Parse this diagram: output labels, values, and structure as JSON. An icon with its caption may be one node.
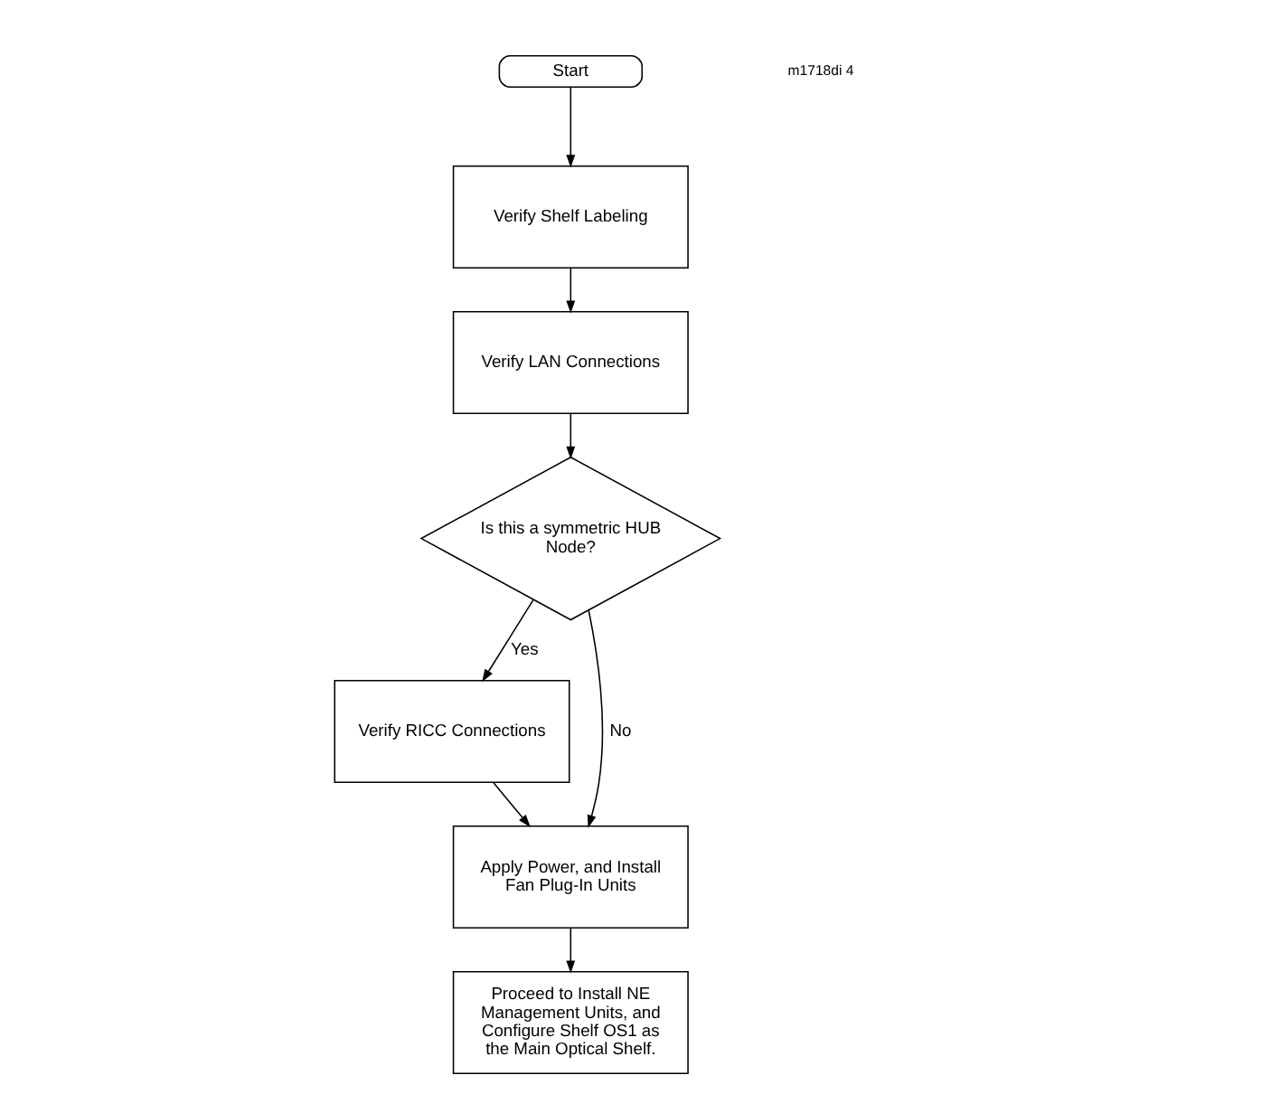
{
  "diagram": {
    "nodes": [
      {
        "text": [
          "Start"
        ]
      },
      {
        "text": [
          "Verify Shelf Labeling"
        ]
      },
      {
        "text": [
          "Verify LAN Connections"
        ]
      },
      {
        "text": [
          "Is this a symmetric HUB Node?"
        ]
      },
      {
        "text": [
          "Verify RICC Connections"
        ]
      },
      {
        "text": [
          "Apply Power, and Install Fan Plug-In Units"
        ]
      },
      {
        "text": [
          "Proceed to Install NE Management Units, and Configure Shelf OS1 as the Main Optical Shelf."
        ]
      }
    ],
    "edges": [
      {
        "from": 0,
        "to": 1,
        "arrow": "to"
      },
      {
        "from": 1,
        "to": 2,
        "arrow": "to"
      },
      {
        "from": 2,
        "to": 3,
        "arrow": "to"
      },
      {
        "from": 3,
        "to": 4,
        "arrow": "to",
        "label": "Yes"
      },
      {
        "from": 3,
        "to": 5,
        "arrow": "to",
        "label": "No"
      },
      {
        "from": 4,
        "to": 5,
        "arrow": "to"
      },
      {
        "from": 5,
        "to": 6,
        "arrow": "to"
      }
    ],
    "labels": [
      "m1718di 4"
    ]
  }
}
